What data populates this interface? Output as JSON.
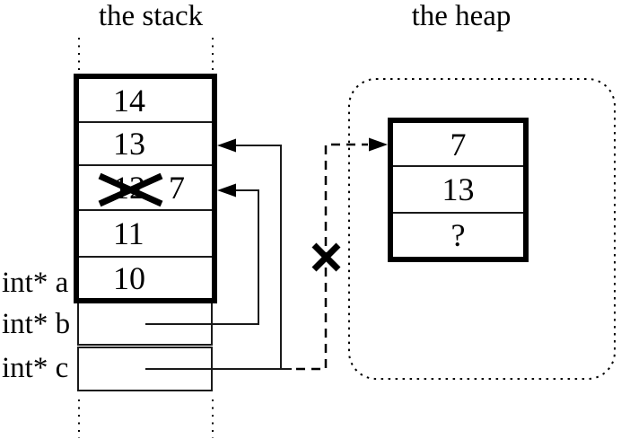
{
  "stack": {
    "title": "the stack",
    "cells": [
      {
        "value": "14"
      },
      {
        "value": "13"
      },
      {
        "value": "12",
        "new_value": "7",
        "crossed_out": true
      },
      {
        "value": "11"
      },
      {
        "value": "10"
      }
    ],
    "pointers": [
      {
        "label": "int* a"
      },
      {
        "label": "int* b"
      },
      {
        "label": "int* c"
      }
    ]
  },
  "heap": {
    "title": "the heap",
    "cells": [
      {
        "value": "7"
      },
      {
        "value": "13"
      },
      {
        "value": "?"
      }
    ]
  },
  "colors": {
    "ink": "#000000",
    "thin_line": "#1a1a1a",
    "background": "#ffffff"
  }
}
